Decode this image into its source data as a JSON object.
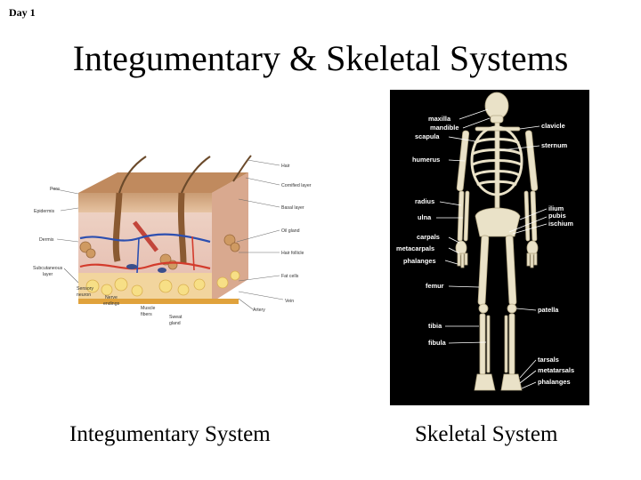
{
  "header": {
    "day_label": "Day 1"
  },
  "slide": {
    "title": "Integumentary & Skeletal Systems"
  },
  "figures": {
    "skin": {
      "caption": "Integumentary System",
      "labels": {
        "hair": "Hair",
        "cornified": "Cornified layer",
        "basal": "Basal layer",
        "oil": "Oil gland",
        "follicle": "Hair follicle",
        "fat": "Fat cells",
        "vein": "Vein",
        "artery": "Artery",
        "pore": "Pore",
        "epidermis": "Epidermis",
        "dermis": "Dermis",
        "subcutaneous1": "Subcutaneous",
        "subcutaneous2": "layer",
        "sensory1": "Sensory",
        "sensory2": "neuron",
        "nerve1": "Nerve",
        "nerve2": "endings",
        "muscle1": "Muscle",
        "muscle2": "fibers",
        "sweat1": "Sweat",
        "sweat2": "gland"
      }
    },
    "skeleton": {
      "caption": "Skeletal System",
      "labels": {
        "maxilla": "maxilla",
        "mandible": "mandible",
        "scapula": "scapula",
        "humerus": "humerus",
        "radius": "radius",
        "ulna": "ulna",
        "carpals": "carpals",
        "metacarpals": "metacarpals",
        "phalanges_hand": "phalanges",
        "femur": "femur",
        "tibia": "tibia",
        "fibula": "fibula",
        "clavicle": "clavicle",
        "sternum": "sternum",
        "ilium": "ilium",
        "pubis": "pubis",
        "ischium": "ischium",
        "patella": "patella",
        "tarsals": "tarsals",
        "metatarsals": "metatarsals",
        "phalanges_foot": "phalanges"
      }
    }
  }
}
